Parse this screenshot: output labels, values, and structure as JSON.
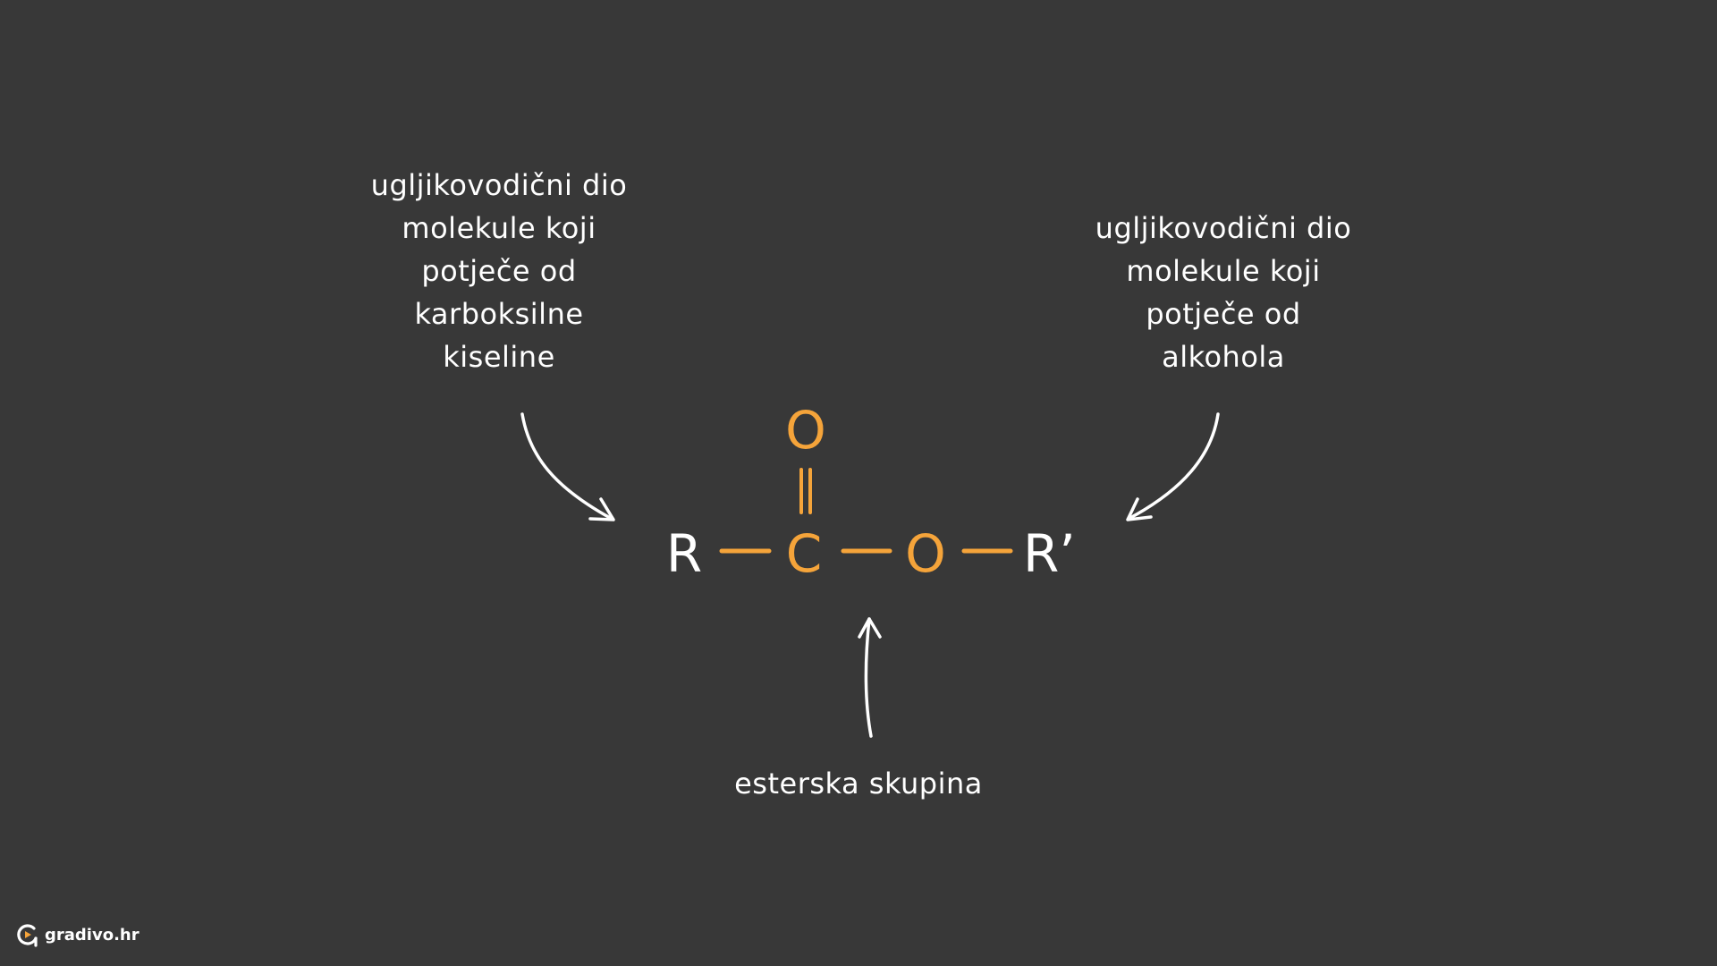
{
  "colors": {
    "background": "#383838",
    "text": "#ffffff",
    "accent": "#f5a43a"
  },
  "labels": {
    "left_lines": [
      "ugljikovodični dio",
      "molekule koji",
      "potječe od",
      "karboksilne",
      "kiseline"
    ],
    "right_lines": [
      "ugljikovodični dio",
      "molekule koji",
      "potječe od",
      "alkohola"
    ],
    "bottom": "esterska skupina"
  },
  "formula": {
    "r": "R",
    "c": "C",
    "o_single": "O",
    "o_double": "O",
    "r_prime": "R’"
  },
  "brand": {
    "name": "gradivo.hr",
    "icon": "gradivo-logo-icon"
  }
}
